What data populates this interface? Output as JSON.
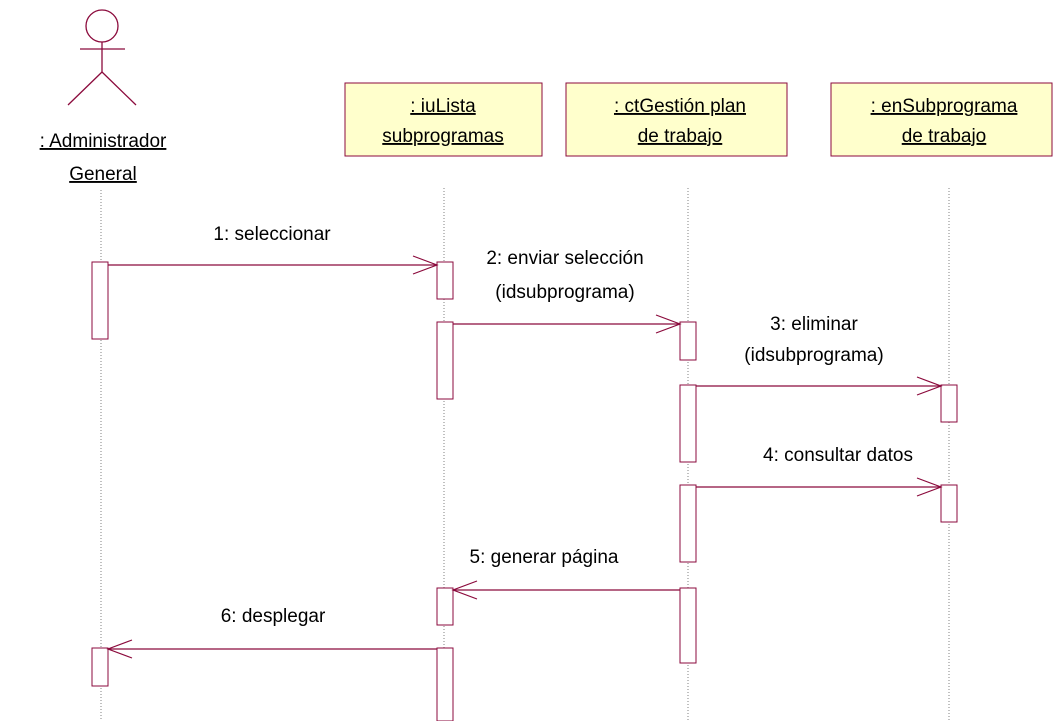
{
  "diagram": {
    "colors": {
      "line": "#8b0a3c",
      "object_fill": "#ffffcc",
      "lifeline": "#808080",
      "text": "#000000",
      "activation_fill": "#ffffff"
    },
    "actor": {
      "icon": "stick-figure-icon",
      "name_line1": ": Administrador",
      "name_line2": "General"
    },
    "objects": [
      {
        "line1": ": iuLista",
        "line2": "subprogramas"
      },
      {
        "line1": ": ctGestión plan",
        "line2": "de trabajo"
      },
      {
        "line1": ": enSubprograma",
        "line2": "de trabajo"
      }
    ],
    "messages": [
      {
        "line1": "1: seleccionar",
        "line2": ""
      },
      {
        "line1": "2: enviar selección",
        "line2": "(idsubprograma)"
      },
      {
        "line1": "3: eliminar",
        "line2": "(idsubprograma)"
      },
      {
        "line1": "4: consultar datos",
        "line2": ""
      },
      {
        "line1": "5: generar página",
        "line2": ""
      },
      {
        "line1": "6: desplegar",
        "line2": ""
      }
    ]
  }
}
